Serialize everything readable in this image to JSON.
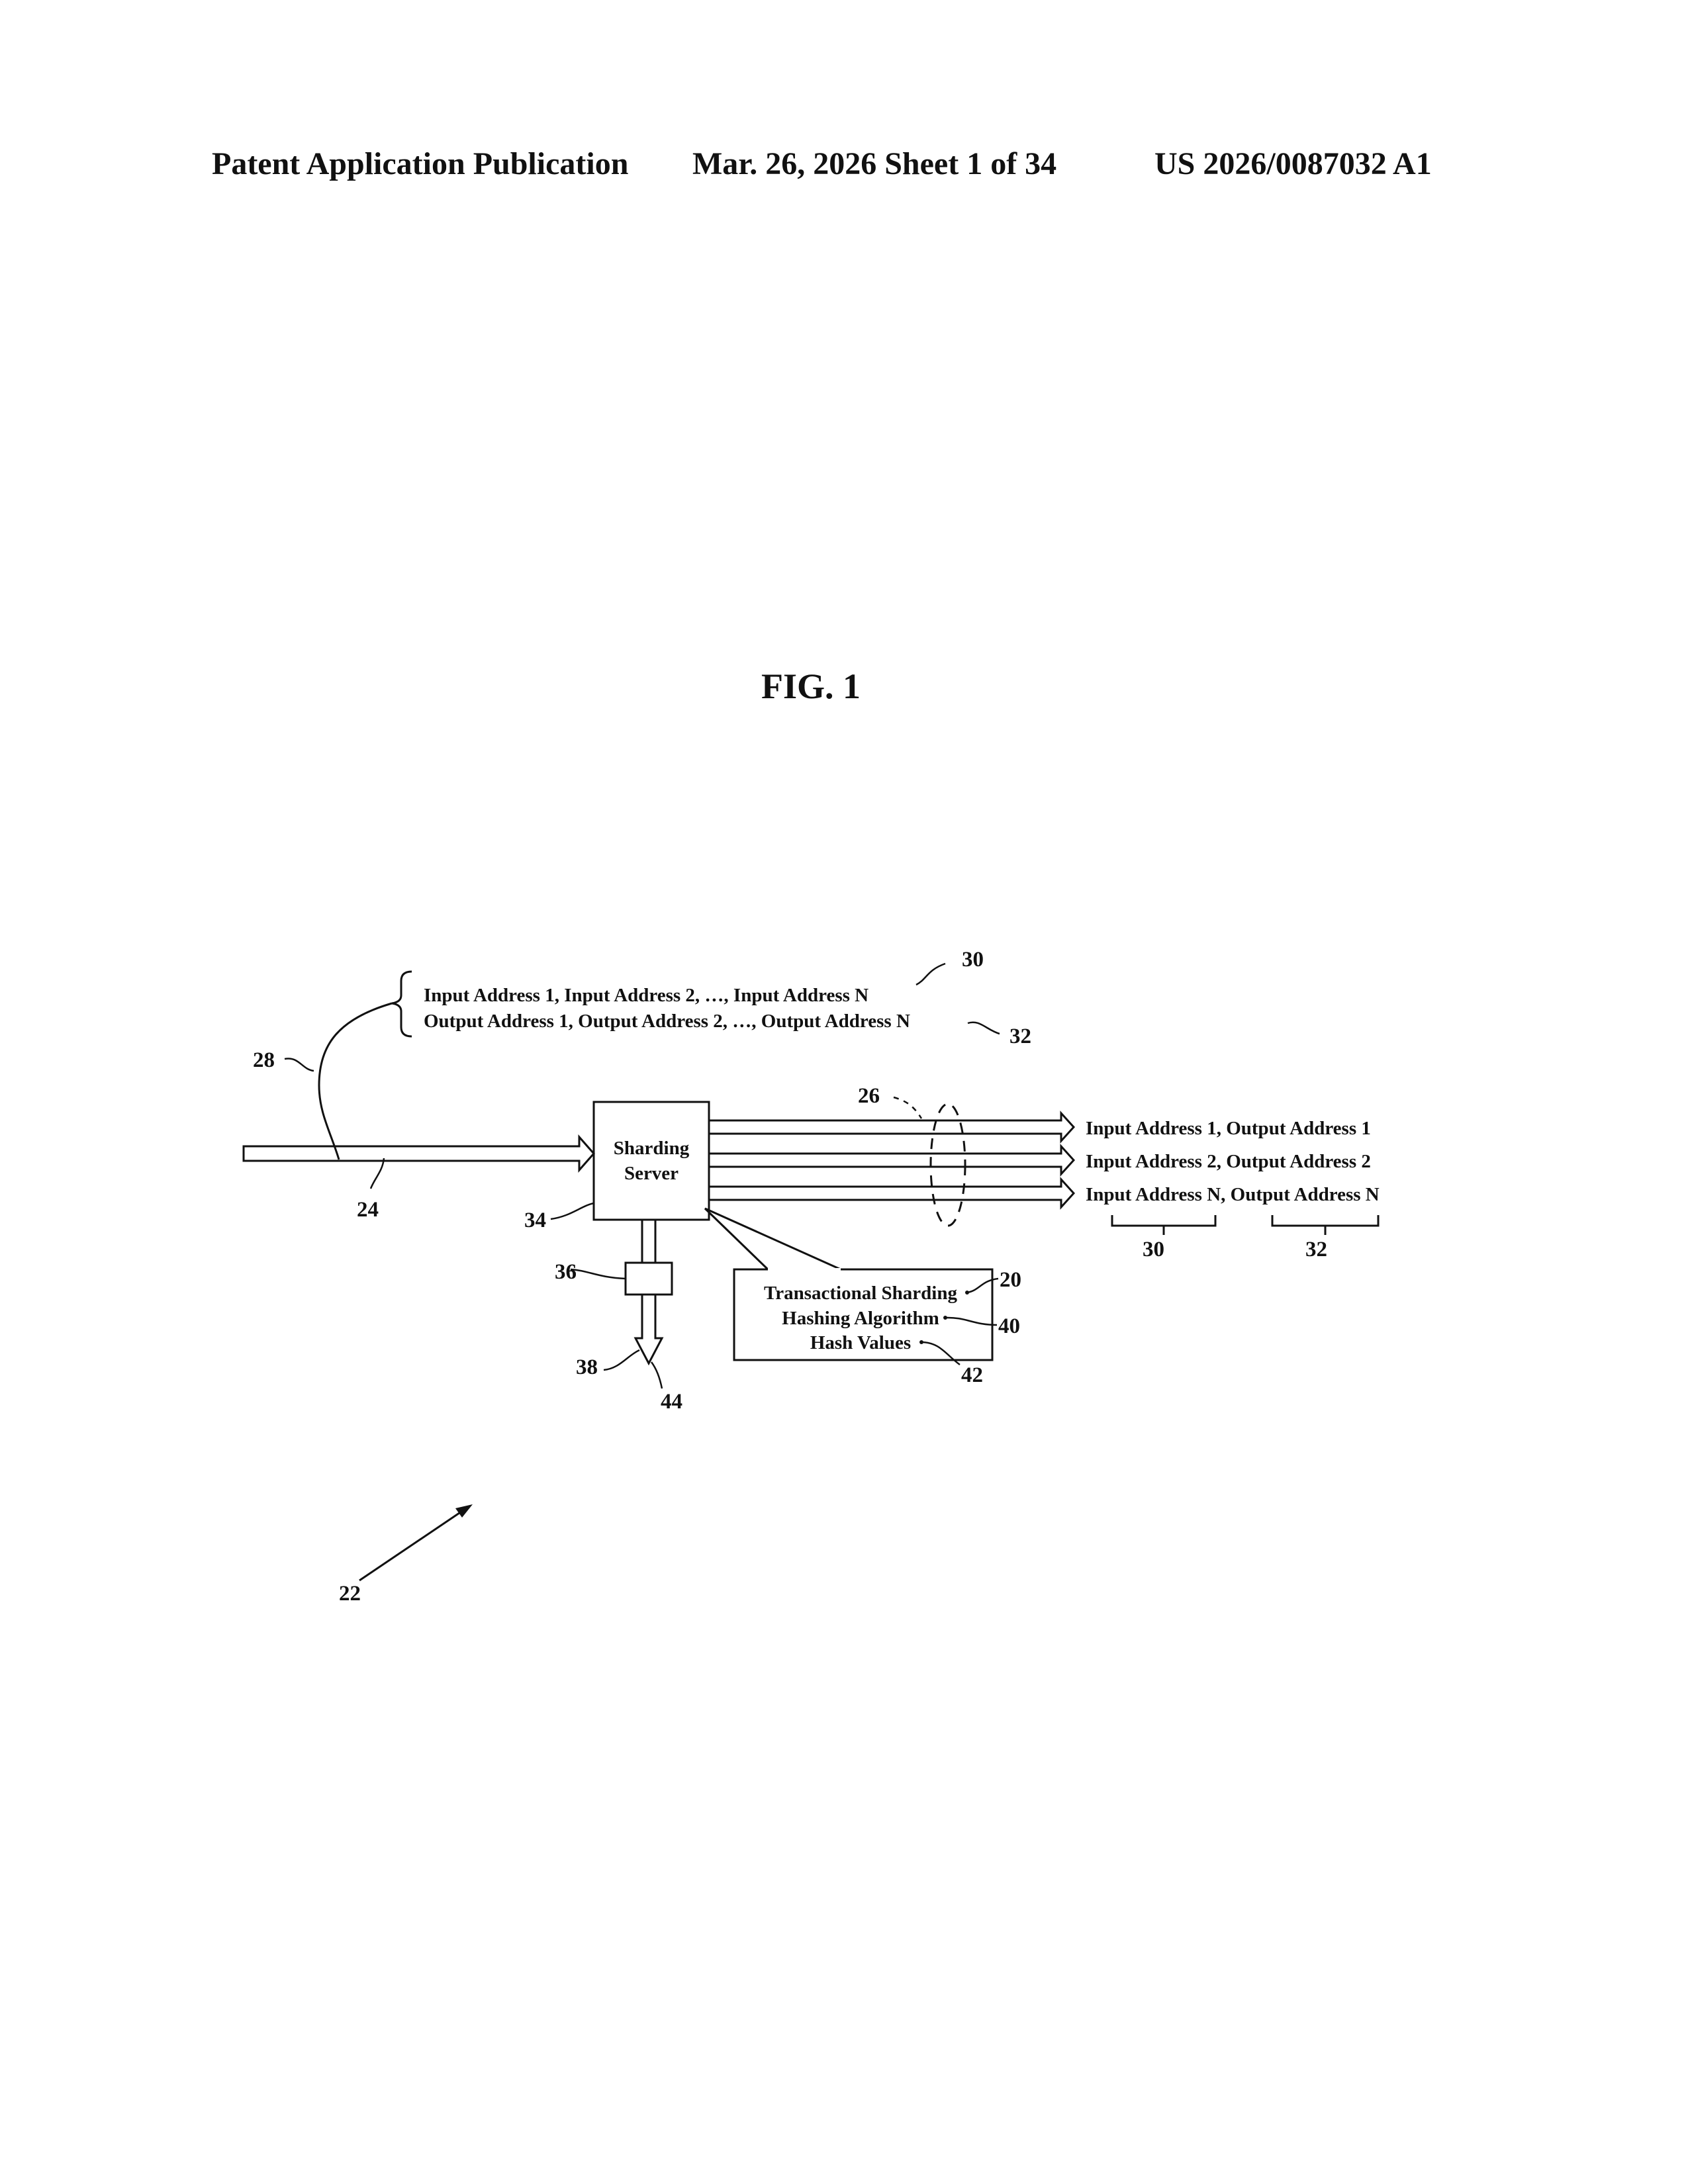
{
  "header": {
    "publication": "Patent Application Publication",
    "date_sheet": "Mar. 26, 2026  Sheet 1 of 34",
    "pub_number": "US 2026/0087032 A1"
  },
  "figure": {
    "title": "FIG. 1",
    "server": {
      "line1": "Sharding",
      "line2": "Server"
    },
    "top_block": {
      "line1": "Input Address 1, Input Address 2, …, Input Address N",
      "line2": "Output Address 1, Output Address 2, …, Output Address N"
    },
    "outputs": [
      "Input Address 1, Output Address 1",
      "Input Address 2, Output Address 2",
      "Input Address N, Output Address N"
    ],
    "callout": {
      "line1": "Transactional Sharding",
      "line2": "Hashing Algorithm",
      "line3": "Hash Values"
    },
    "refs": {
      "r20": "20",
      "r22": "22",
      "r24": "24",
      "r26": "26",
      "r28": "28",
      "r30_top": "30",
      "r32_top": "32",
      "r30_bottom": "30",
      "r32_bottom": "32",
      "r34": "34",
      "r36": "36",
      "r38": "38",
      "r40": "40",
      "r42": "42",
      "r44": "44"
    }
  }
}
